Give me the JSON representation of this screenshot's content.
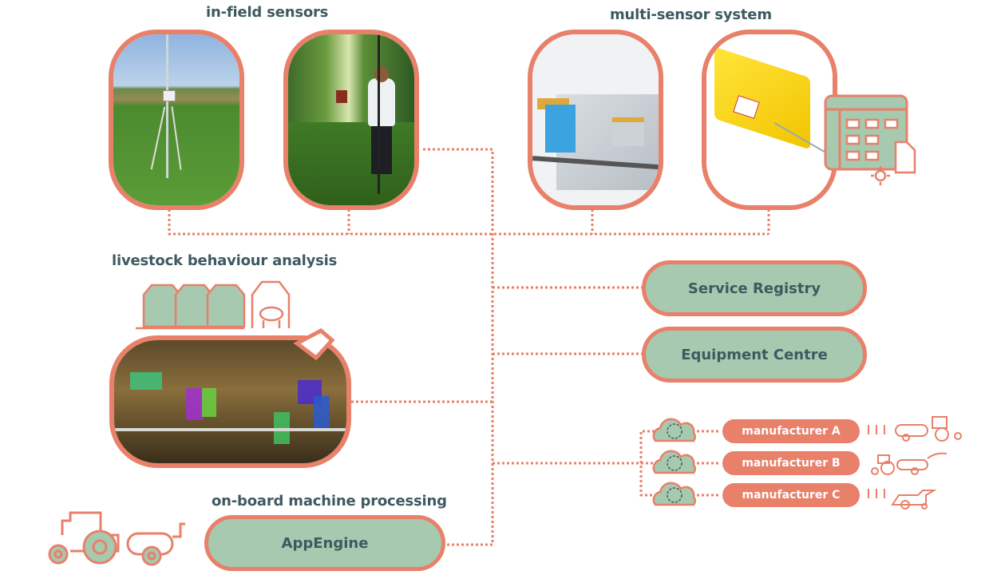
{
  "sections": {
    "in_field_sensors": "in-field sensors",
    "multi_sensor_system": "multi-sensor system",
    "livestock_behaviour_analysis": "livestock behaviour analysis",
    "on_board_machine_processing": "on-board machine processing"
  },
  "services": {
    "service_registry": "Service Registry",
    "equipment_centre": "Equipment Centre",
    "app_engine": "AppEngine"
  },
  "manufacturers": [
    {
      "label": "manufacturer A",
      "icon": "sprayer-tractor-icon"
    },
    {
      "label": "manufacturer B",
      "icon": "tractor-sprayer-icon"
    },
    {
      "label": "manufacturer C",
      "icon": "combine-harvester-icon"
    }
  ],
  "photos": {
    "weather_station": "field weather station photo",
    "orchard_gps": "orchard GPS survey photo",
    "sensor_box": "multi-sensor box photo",
    "data_logger": "yellow data logger case photo",
    "barn_detection": "livestock detection photo"
  },
  "colors": {
    "accent": "#e8806a",
    "green": "#a6c9af",
    "text": "#3e5a60"
  }
}
